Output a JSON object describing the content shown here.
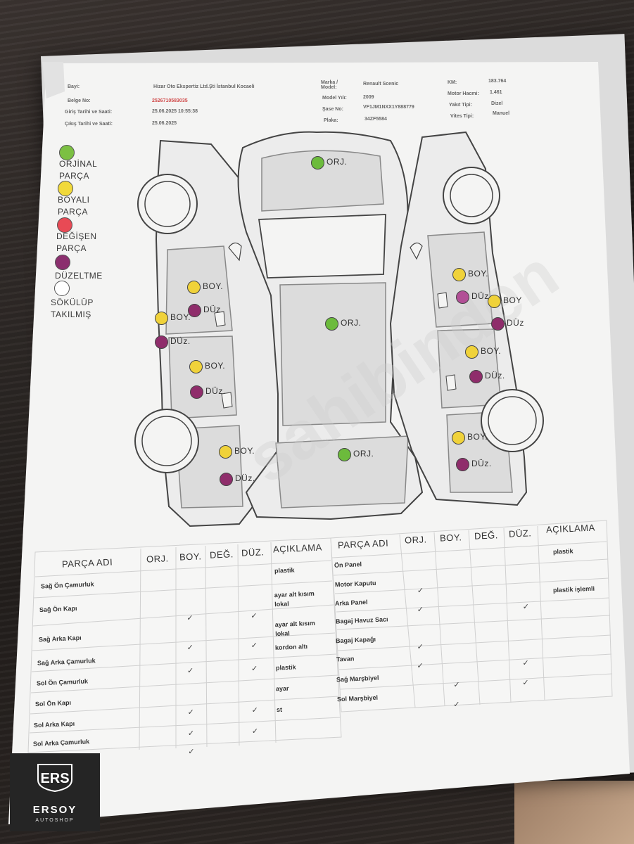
{
  "header": {
    "bayi_label": "Bayi:",
    "bayi_value": "Hizar Oto Ekspertiz Ltd.Şti İstanbul Kocaeli",
    "belge_label": "Belge No:",
    "belge_value": "2526710583035",
    "giris_label": "Giriş Tarihi ve Saati:",
    "giris_value": "25.06.2025 10:55:38",
    "cikis_label": "Çıkış Tarihi ve Saati:",
    "cikis_value": "25.06.2025",
    "marka_label": "Marka / Model:",
    "marka_value": "Renault Scenic",
    "model_yili_label": "Model Yılı:",
    "model_yili_value": "2009",
    "sasi_label": "Şase No:",
    "sasi_value": "VF1JM1NXX1Y888779",
    "plaka_label": "Plaka:",
    "plaka_value": "34ZF5584",
    "km_label": "KM:",
    "km_value": "183.764",
    "motor_label": "Motor Hacmi:",
    "motor_value": "1.461",
    "yakit_label": "Yakıt Tipi:",
    "yakit_value": "Dizel",
    "vites_label": "Vites Tipi:",
    "vites_value": "Manuel"
  },
  "legend": [
    {
      "label": "ORJİNAL\nPARÇA",
      "color": "#7cc043"
    },
    {
      "label": "BOYALI\nPARÇA",
      "color": "#f1d93a"
    },
    {
      "label": "DEĞİŞEN\nPARÇA",
      "color": "#e84a55"
    },
    {
      "label": "DÜZELTME",
      "color": "#8b2f6e"
    },
    {
      "label": "SÖKÜLÜP\nTAKILMIŞ",
      "color": "#ffffff"
    }
  ],
  "colors": {
    "orj": "#6cbb3c",
    "boy": "#f0d23a",
    "duz": "#8f2d6b",
    "duz_light": "#b24f96"
  },
  "marks": [
    {
      "id": "roof",
      "type": "orj",
      "text": "ORJ."
    },
    {
      "id": "hood",
      "type": "orj",
      "text": "ORJ."
    },
    {
      "id": "trunk",
      "type": "orj",
      "text": "ORJ."
    },
    {
      "id": "l-front-door-boy",
      "type": "boy",
      "text": "BOY."
    },
    {
      "id": "l-front-door-duz",
      "type": "duz",
      "text": "DÜz."
    },
    {
      "id": "l-sill-boy",
      "type": "boy",
      "text": "BOY."
    },
    {
      "id": "l-sill-duz",
      "type": "duz",
      "text": "DÜz."
    },
    {
      "id": "l-rear-door-boy",
      "type": "boy",
      "text": "BOY."
    },
    {
      "id": "l-rear-door-duz",
      "type": "duz",
      "text": "DÜz."
    },
    {
      "id": "l-rear-fender-boy",
      "type": "boy",
      "text": "BOY."
    },
    {
      "id": "l-rear-fender-duz",
      "type": "duz",
      "text": "DÜz."
    },
    {
      "id": "r-front-door-boy",
      "type": "boy",
      "text": "BOY."
    },
    {
      "id": "r-front-door-duz",
      "type": "duz_light",
      "text": "DÜz."
    },
    {
      "id": "r-sill-boy",
      "type": "boy",
      "text": "BOY"
    },
    {
      "id": "r-sill-duz",
      "type": "duz",
      "text": "DÜz"
    },
    {
      "id": "r-rear-door-boy",
      "type": "boy",
      "text": "BOY."
    },
    {
      "id": "r-rear-door-duz",
      "type": "duz",
      "text": "DÜz."
    },
    {
      "id": "r-rear-fender-boy",
      "type": "boy",
      "text": "BOY."
    },
    {
      "id": "r-rear-fender-duz",
      "type": "duz",
      "text": "DÜz."
    }
  ],
  "table_left": {
    "headers": [
      "PARÇA ADI",
      "ORJ.",
      "BOY.",
      "DEĞ.",
      "DÜZ.",
      "AÇIKLAMA"
    ],
    "rows": [
      {
        "part": "Sağ Ön Çamurluk",
        "orj": false,
        "boy": false,
        "deg": false,
        "duz": false,
        "note": "plastik"
      },
      {
        "part": "Sağ Ön Kapı",
        "orj": false,
        "boy": true,
        "deg": false,
        "duz": true,
        "note": "ayar alt kısım\nlokal"
      },
      {
        "part": "Sağ Arka Kapı",
        "orj": false,
        "boy": true,
        "deg": false,
        "duz": true,
        "note": "ayar alt kısım\nlokal"
      },
      {
        "part": "Sağ Arka Çamurluk",
        "orj": false,
        "boy": true,
        "deg": false,
        "duz": true,
        "note": "kordon altı"
      },
      {
        "part": "Sol Ön Çamurluk",
        "orj": false,
        "boy": false,
        "deg": false,
        "duz": false,
        "note": "plastik"
      },
      {
        "part": "Sol Ön Kapı",
        "orj": false,
        "boy": true,
        "deg": false,
        "duz": true,
        "note": "ayar"
      },
      {
        "part": "Sol Arka Kapı",
        "orj": false,
        "boy": true,
        "deg": false,
        "duz": true,
        "note": "st"
      },
      {
        "part": "Sol Arka Çamurluk",
        "orj": false,
        "boy": true,
        "deg": false,
        "duz": false,
        "note": ""
      }
    ]
  },
  "table_right": {
    "headers": [
      "PARÇA ADI",
      "ORJ.",
      "BOY.",
      "DEĞ.",
      "DÜZ.",
      "AÇIKLAMA"
    ],
    "rows": [
      {
        "part": "Ön Panel",
        "orj": false,
        "boy": false,
        "deg": false,
        "duz": false,
        "note": "plastik"
      },
      {
        "part": "Motor Kaputu",
        "orj": true,
        "boy": false,
        "deg": false,
        "duz": false,
        "note": ""
      },
      {
        "part": "Arka Panel",
        "orj": true,
        "boy": false,
        "deg": false,
        "duz": true,
        "note": "plastik işlemli"
      },
      {
        "part": "Bagaj Havuz Sacı",
        "orj": false,
        "boy": false,
        "deg": false,
        "duz": false,
        "note": ""
      },
      {
        "part": "Bagaj Kapağı",
        "orj": true,
        "boy": false,
        "deg": false,
        "duz": false,
        "note": ""
      },
      {
        "part": "Tavan",
        "orj": true,
        "boy": false,
        "deg": false,
        "duz": true,
        "note": ""
      },
      {
        "part": "Sağ Marşbiyel",
        "orj": false,
        "boy": true,
        "deg": false,
        "duz": true,
        "note": ""
      },
      {
        "part": "Sol Marşbiyel",
        "orj": false,
        "boy": true,
        "deg": false,
        "duz": false,
        "note": ""
      }
    ]
  },
  "watermark": "sahibinden",
  "logo": {
    "mark": "ERS",
    "name": "ERSOY",
    "sub": "AUTOSHOP"
  }
}
